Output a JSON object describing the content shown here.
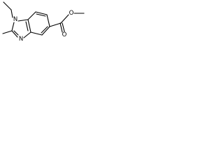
{
  "molecule": {
    "atoms": {
      "ester_methyl_oxygen": "O",
      "carbonyl_oxygen": "O",
      "ring_nitrogen_1": "N",
      "ring_nitrogen_3": "N"
    }
  }
}
